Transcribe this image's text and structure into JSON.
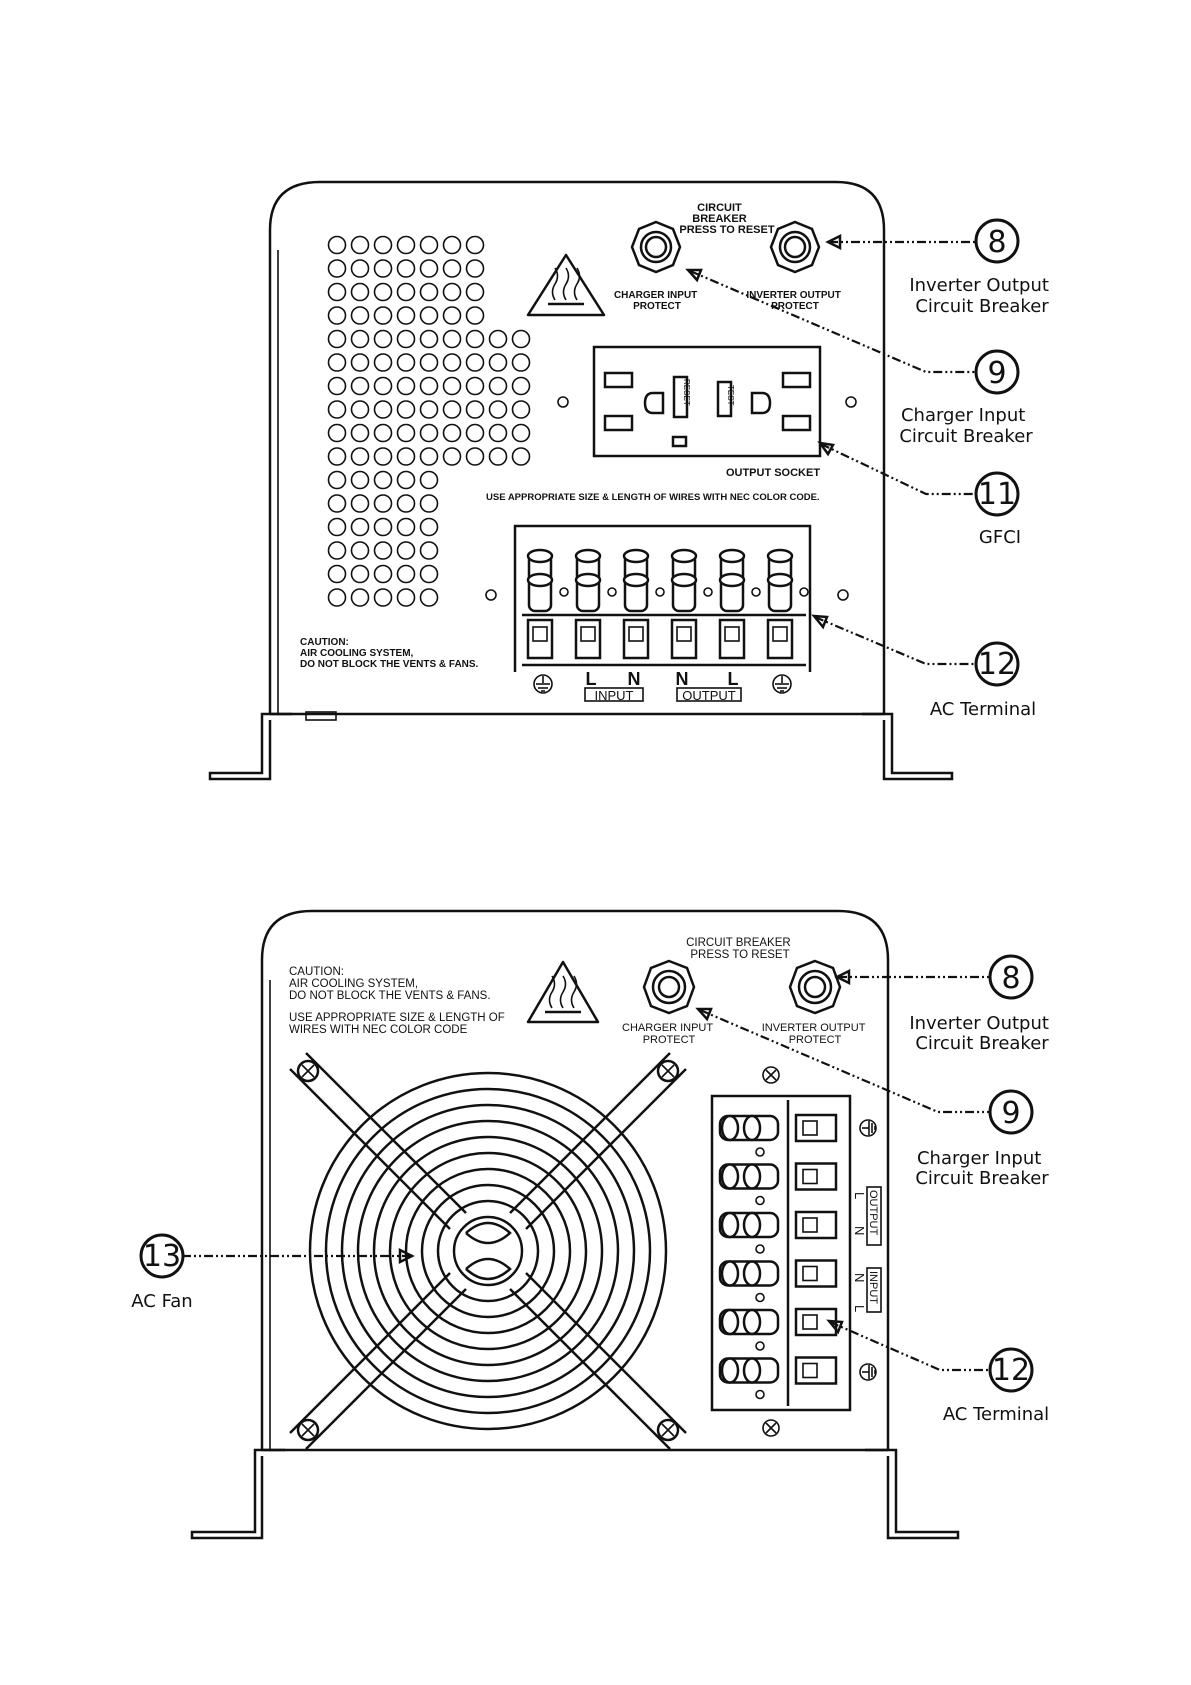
{
  "panel_top": {
    "breaker_header": [
      "CIRCUIT",
      "BREAKER",
      "PRESS TO RESET"
    ],
    "charger_breaker_label": [
      "CHARGER INPUT",
      "PROTECT"
    ],
    "inverter_breaker_label": [
      "INVERTER OUTPUT",
      "PROTECT"
    ],
    "gfci_reset": "RESET",
    "gfci_test": "TEST",
    "output_socket_label": "OUTPUT SOCKET",
    "wire_note": "USE APPROPRIATE SIZE & LENGTH OF WIRES WITH NEC COLOR CODE.",
    "caution": [
      "CAUTION:",
      "AIR COOLING SYSTEM,",
      "DO NOT BLOCK THE VENTS & FANS."
    ],
    "terminal_letters": [
      "L",
      "N",
      "N",
      "L"
    ],
    "input_label": "INPUT",
    "output_label": "OUTPUT"
  },
  "panel_bottom": {
    "breaker_header": [
      "CIRCUIT BREAKER",
      "PRESS TO RESET"
    ],
    "charger_breaker_label": [
      "CHARGER INPUT",
      "PROTECT"
    ],
    "inverter_breaker_label": [
      "INVERTER OUTPUT",
      "PROTECT"
    ],
    "caution": [
      "CAUTION:",
      "AIR COOLING SYSTEM,",
      "DO NOT BLOCK THE VENTS & FANS."
    ],
    "wire_note": [
      "USE APPROPRIATE SIZE & LENGTH OF",
      "WIRES WITH NEC COLOR CODE"
    ],
    "terminal_letters": [
      "L",
      "N",
      "N",
      "L"
    ],
    "input_label": "INPUT",
    "output_label": "OUTPUT"
  },
  "callouts_top": [
    {
      "num": "8",
      "text": [
        "Inverter Output",
        "Circuit Breaker"
      ]
    },
    {
      "num": "9",
      "text": [
        "Charger Input",
        "Circuit Breaker"
      ]
    },
    {
      "num": "11",
      "text": [
        "GFCI"
      ]
    },
    {
      "num": "12",
      "text": [
        "AC Terminal"
      ]
    }
  ],
  "callouts_bottom": [
    {
      "num": "8",
      "text": [
        "Inverter Output",
        "Circuit Breaker"
      ]
    },
    {
      "num": "9",
      "text": [
        "Charger Input",
        "Circuit Breaker"
      ]
    },
    {
      "num": "12",
      "text": [
        "AC Terminal"
      ]
    },
    {
      "num": "13",
      "text": [
        "AC Fan"
      ]
    }
  ]
}
